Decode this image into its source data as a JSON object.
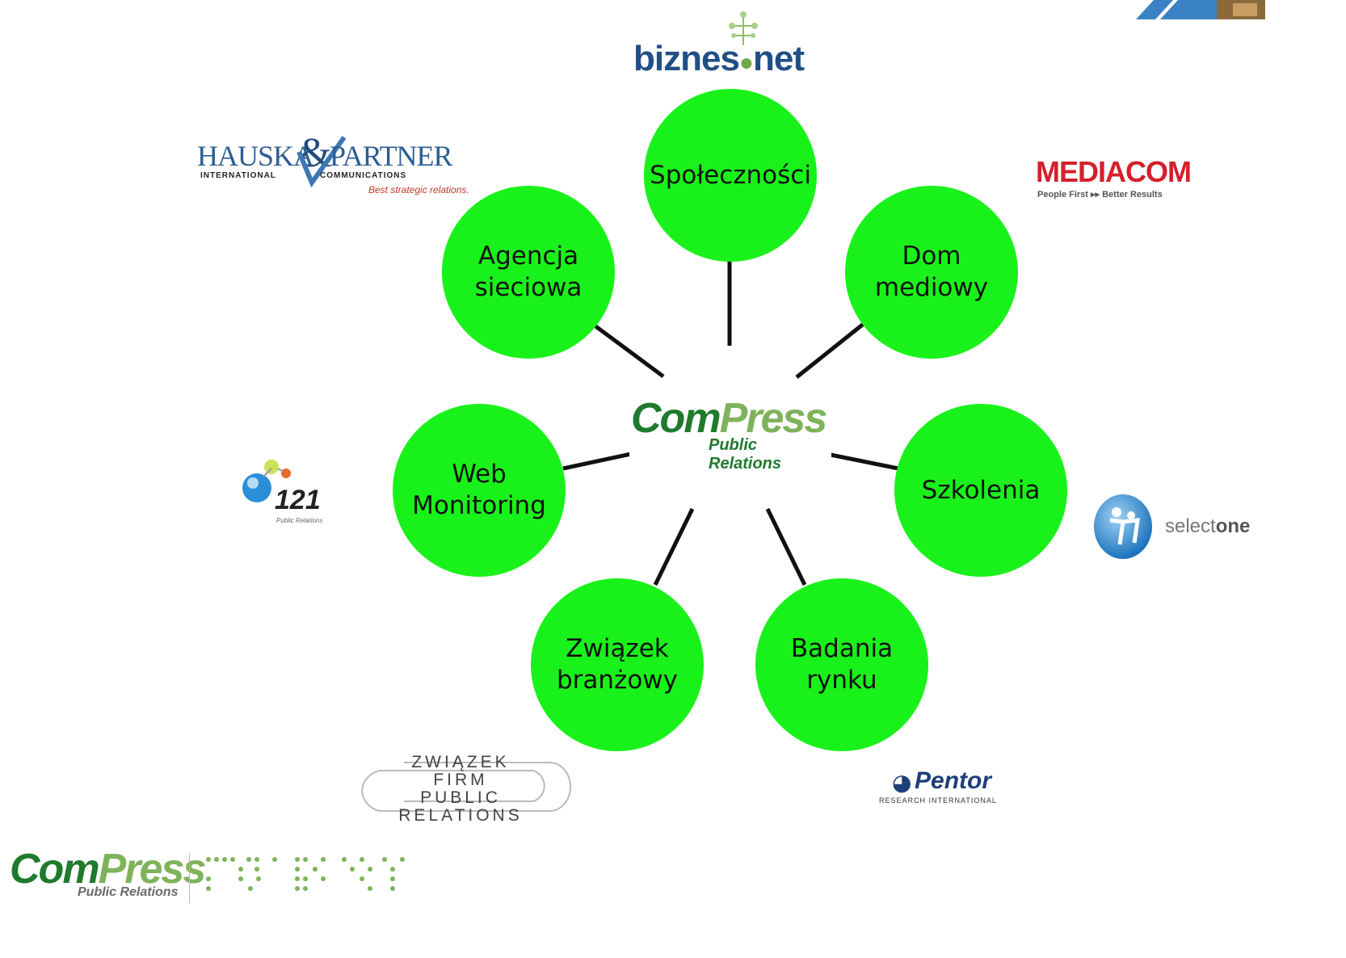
{
  "center_logo": {
    "part1": "Com",
    "part2": "Press",
    "subtitle": "Public Relations"
  },
  "nodes": [
    {
      "key": "spolecznosci",
      "label": "Społeczności"
    },
    {
      "key": "dom-mediowy",
      "label": "Dom\nmediowy"
    },
    {
      "key": "szkolenia",
      "label": "Szkolenia"
    },
    {
      "key": "badania-rynku",
      "label": "Badania\nrynku"
    },
    {
      "key": "zwiazek-branzowy",
      "label": "Związek\nbranżowy"
    },
    {
      "key": "web-monitoring",
      "label": "Web\nMonitoring"
    },
    {
      "key": "agencja-sieciowa",
      "label": "Agencja\nsieciowa"
    }
  ],
  "node_color": "#19f21a",
  "connector_color": "#111111",
  "partner_logos": {
    "biznesnet": {
      "left": "biznes",
      "right": "net"
    },
    "hauska": {
      "left": "HAUSKA",
      "amp": "&",
      "right": "PARTNER",
      "sub_left": "INTERNATIONAL",
      "sub_right": "COMMUNICATIONS",
      "tagline": "Best strategic relations."
    },
    "mediacom": {
      "name": "MEDIACOM",
      "tagline": "People First ▸▸ Better Results"
    },
    "selectone": {
      "part1": "select",
      "part2": "one"
    },
    "pr121": {
      "number": "121",
      "subtitle": "Public Relations"
    },
    "zfpr": {
      "lines": [
        "ZWIĄZEK",
        "FIRM",
        "PUBLIC",
        "RELATIONS"
      ]
    },
    "pentor": {
      "name": "Pentor",
      "subtitle": "RESEARCH INTERNATIONAL"
    }
  },
  "footer_logo": {
    "part1": "Com",
    "part2": "Press",
    "subtitle": "Public Relations"
  }
}
